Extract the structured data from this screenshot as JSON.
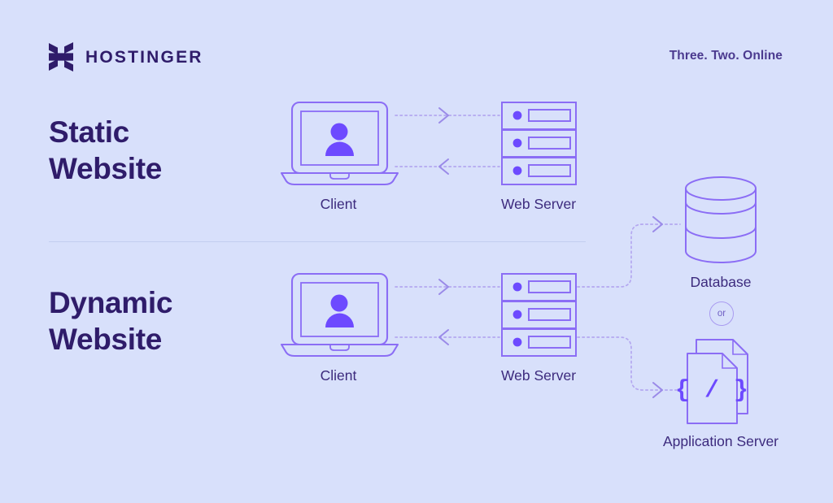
{
  "brand": {
    "logo_icon": "hostinger-h-logo",
    "name": "HOSTINGER",
    "tagline": "Three. Two. Online",
    "colors": {
      "background": "#d8e0fb",
      "brand_dark": "#2f1c6a",
      "accent_purple": "#6d4aff",
      "icon_stroke": "#8b6df5",
      "connector": "#b9aef2",
      "divider": "#c3cdf0"
    }
  },
  "rows": [
    {
      "id": "static",
      "title_line1": "Static",
      "title_line2": "Website",
      "nodes": [
        {
          "id": "client",
          "label": "Client",
          "icon": "laptop-user-icon"
        },
        {
          "id": "web-server",
          "label": "Web Server",
          "icon": "server-rack-icon"
        }
      ],
      "connectors": [
        {
          "from": "client",
          "to": "web-server",
          "direction": "right",
          "style": "dotted"
        },
        {
          "from": "web-server",
          "to": "client",
          "direction": "left",
          "style": "dotted"
        }
      ]
    },
    {
      "id": "dynamic",
      "title_line1": "Dynamic",
      "title_line2": "Website",
      "nodes": [
        {
          "id": "client",
          "label": "Client",
          "icon": "laptop-user-icon"
        },
        {
          "id": "web-server",
          "label": "Web Server",
          "icon": "server-rack-icon"
        },
        {
          "id": "database",
          "label": "Database",
          "icon": "database-cylinder-icon"
        },
        {
          "id": "application-server",
          "label": "Application Server",
          "icon": "code-documents-icon"
        }
      ],
      "connectors": [
        {
          "from": "client",
          "to": "web-server",
          "direction": "right",
          "style": "dotted"
        },
        {
          "from": "web-server",
          "to": "client",
          "direction": "left",
          "style": "dotted"
        },
        {
          "from": "web-server",
          "to": "database",
          "direction": "right",
          "style": "dotted-curved"
        },
        {
          "from": "web-server",
          "to": "application-server",
          "direction": "right",
          "style": "dotted-curved"
        }
      ],
      "alternative_badge": "or"
    }
  ],
  "app_server_glyph": "{ / }"
}
